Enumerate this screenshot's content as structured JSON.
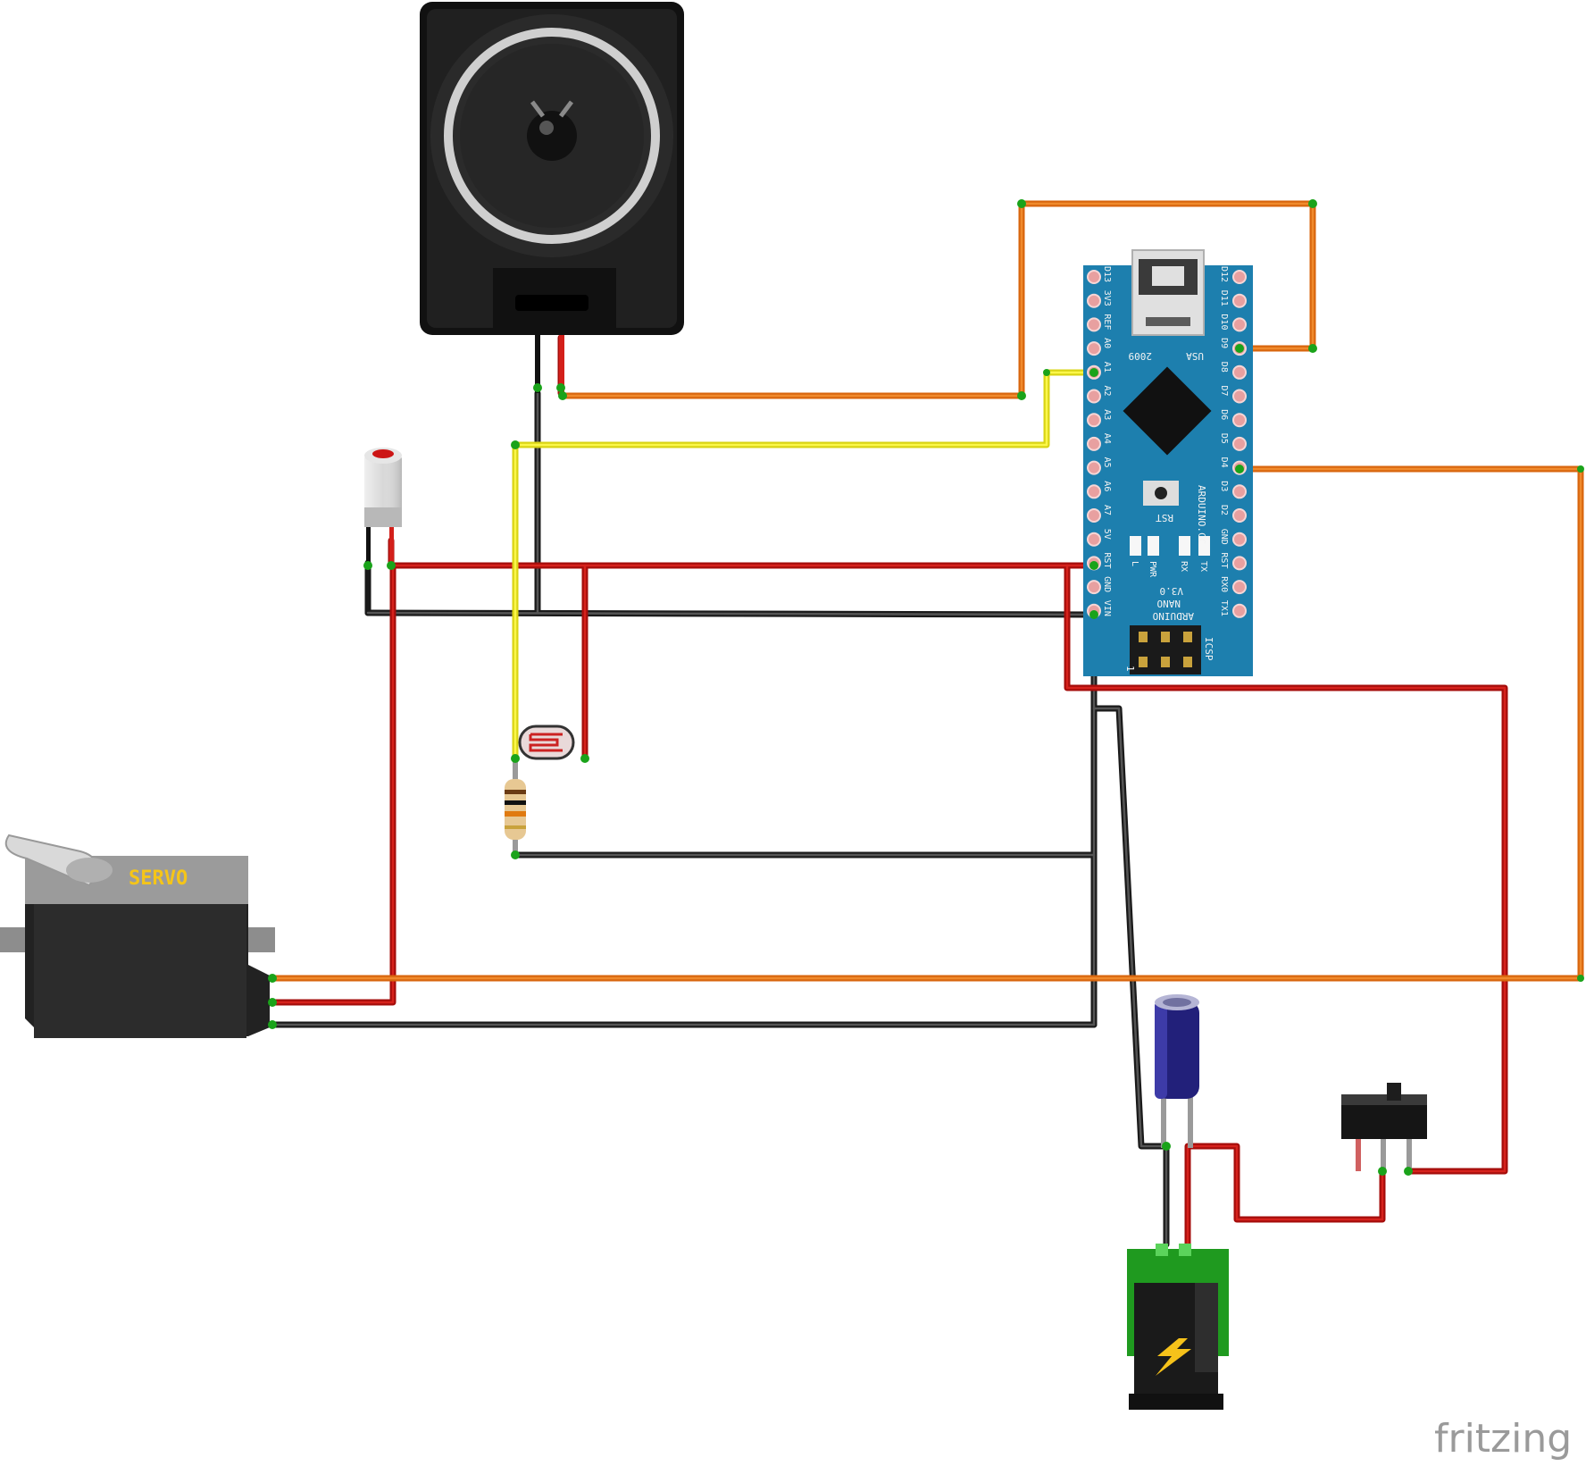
{
  "components": {
    "speaker": {
      "icon": "speaker-icon"
    },
    "arduino": {
      "left_pins": [
        "D13",
        "3V3",
        "REF",
        "A0",
        "A1",
        "A2",
        "A3",
        "A4",
        "A5",
        "A6",
        "A7",
        "5V",
        "RST",
        "GND",
        "VIN"
      ],
      "right_pins": [
        "D12",
        "D11",
        "D10",
        "D9",
        "D8",
        "D7",
        "D6",
        "D5",
        "D4",
        "D3",
        "D2",
        "GND",
        "RST",
        "RX0",
        "TX1"
      ],
      "usb_label": "USA",
      "year_label": "2009",
      "rst_label": "RST",
      "brand_label": "ARDUINO.CC",
      "led_labels": [
        "L",
        "PWR",
        "RX",
        "TX"
      ],
      "version_label": "V3.0",
      "model_label": "NANO",
      "name_label": "ARDUINO",
      "icsp_label": "ICSP",
      "icsp_pin_label": "1"
    },
    "servo": {
      "label": "SERVO"
    },
    "capacitor": {
      "icon": "capacitor-icon"
    },
    "power_jack": {
      "icon": "lightning-icon"
    },
    "slide_switch": {
      "icon": "switch-icon"
    },
    "photoresistor": {
      "icon": "photoresistor-icon"
    },
    "resistor": {
      "icon": "resistor-icon"
    },
    "led": {
      "icon": "led-icon"
    }
  },
  "colors": {
    "wire_red": "#c8120f",
    "wire_black": "#333333",
    "wire_orange": "#e0701a",
    "wire_yellow": "#f2ee1c",
    "board_blue": "#1d7fae",
    "connector_green": "#1aa31a"
  },
  "watermark": "fritzing"
}
